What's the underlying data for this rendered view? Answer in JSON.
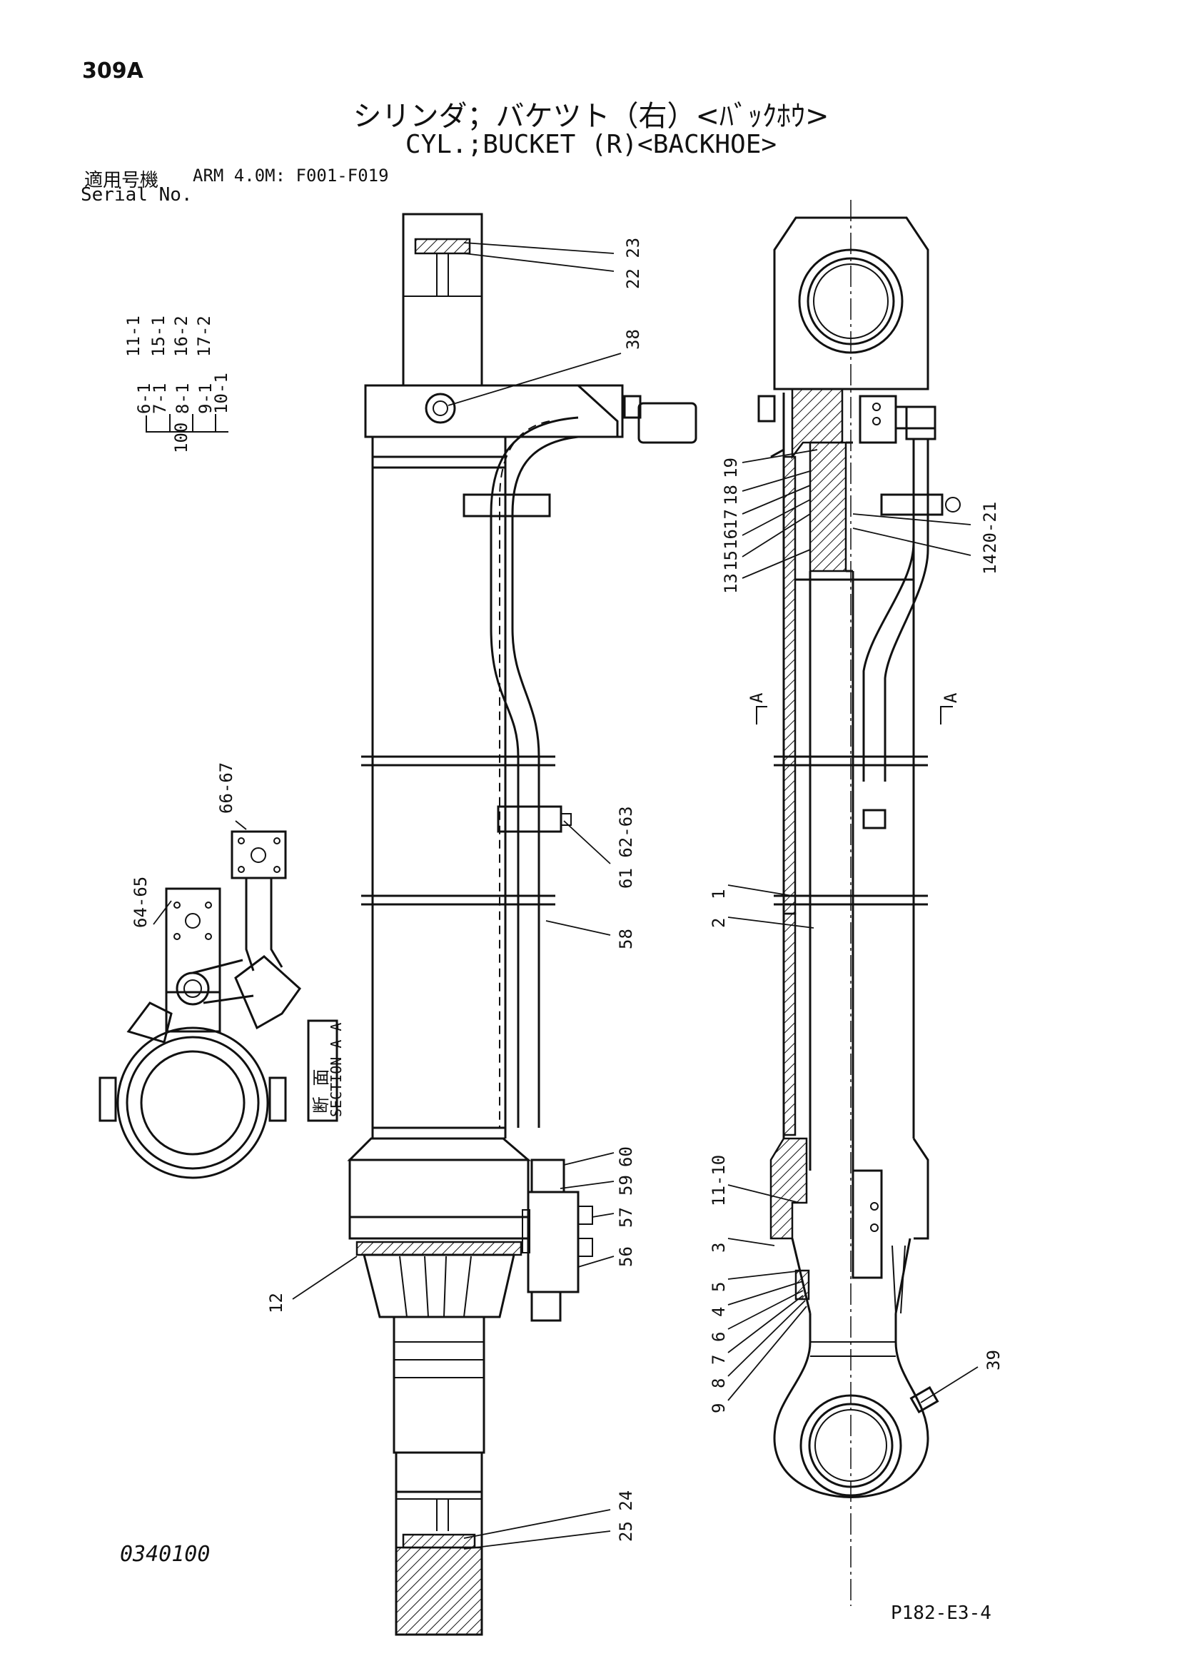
{
  "header": {
    "page_number": "309A",
    "title_jp": "シリンダ；バケツト（右）<ﾊﾞｯｸﾎｳ>",
    "title_en": "CYL.;BUCKET (R)<BACKHOE>",
    "serial_label_jp": "適用号機",
    "serial_label_en": "Serial No.",
    "serial_range": "ARM 4.0M: F001-F019"
  },
  "footer": {
    "drawing_number": "0340100",
    "reference_code": "P182-E3-4"
  },
  "parts_group": {
    "group_label": "100",
    "col1": [
      "6-1",
      "7-1",
      "8-1",
      "9-1",
      "10-1"
    ],
    "col2": [
      "11-1",
      "15-1",
      "16-2",
      "17-2"
    ]
  },
  "section_label": {
    "jp": "断 面",
    "en": "SECTION A-A"
  },
  "section_marks": [
    "A",
    "A"
  ],
  "callouts": {
    "main_cylinder": [
      "22 23",
      "38",
      "61 62-63",
      "58",
      "60",
      "59",
      "57",
      "56",
      "12",
      "25 24"
    ],
    "section_view": [
      "19",
      "18",
      "17",
      "16",
      "15",
      "13",
      "20-21",
      "14",
      "1",
      "2",
      "11-10",
      "3",
      "5",
      "4",
      "6",
      "7",
      "8",
      "9",
      "39"
    ],
    "detail_view": [
      "66-67",
      "64-65"
    ]
  }
}
